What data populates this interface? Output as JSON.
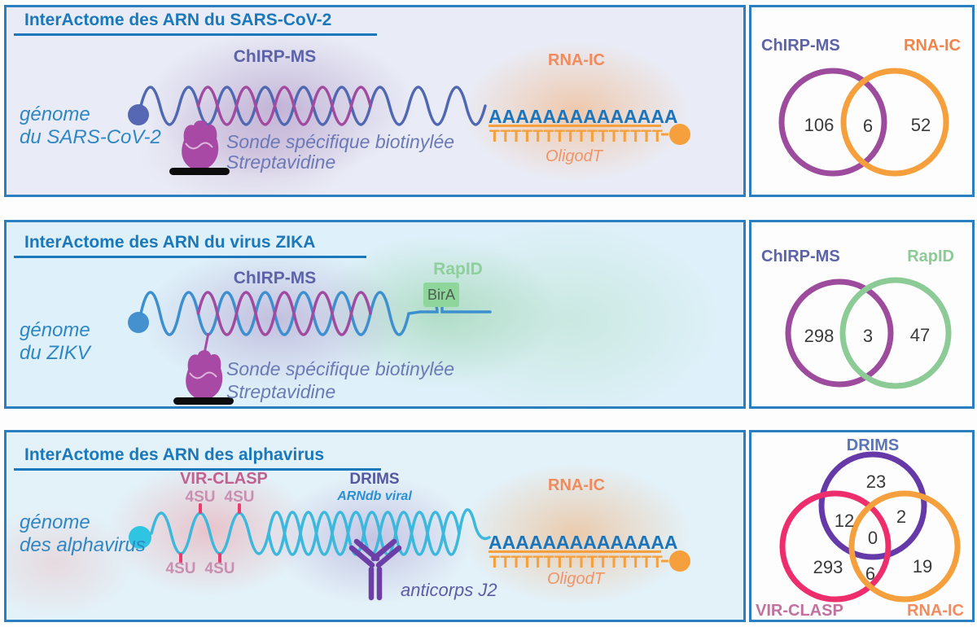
{
  "colors": {
    "title_blue": "#1a78bb",
    "chirp_purple_label": "#5c63a8",
    "venn_purple": "#9c4b9d",
    "venn_orange": "#f5a03c",
    "venn_green": "#8ccb96",
    "venn_drims_purple": "#6639a8",
    "venn_virclasp_pink": "#ee2d6c"
  },
  "panels": [
    {
      "title": "InterActome des ARN du SARS-CoV-2",
      "genome_line1": "génome",
      "genome_line2": "du SARS-CoV-2",
      "method_left": "ChIRP-MS",
      "method_right": "RNA-IC",
      "probe_line1": "Sonde spécifique biotinylée",
      "probe_line2": "Streptavidine",
      "polya": "AAAAAAAAAAAAAA",
      "oligodt_teeth": "TTTTTTTTTTTTTTTT",
      "oligodt_label": "OligodT",
      "venn": {
        "left_label": "ChIRP-MS",
        "right_label": "RNA-IC",
        "left_value": "106",
        "overlap_value": "6",
        "right_value": "52"
      }
    },
    {
      "title": "InterActome des ARN du virus ZIKA",
      "genome_line1": "génome",
      "genome_line2": "du ZIKV",
      "method_left": "ChIRP-MS",
      "method_right": "RapID",
      "bira_label": "BirA",
      "probe_line1": "Sonde spécifique biotinylée",
      "probe_line2": "Streptavidine",
      "venn": {
        "left_label": "ChIRP-MS",
        "right_label": "RapID",
        "left_value": "298",
        "overlap_value": "3",
        "right_value": "47"
      }
    },
    {
      "title": "InterActome des ARN des alphavirus",
      "genome_line1": "génome",
      "genome_line2": "des alphavirus",
      "method_left": "VIR-CLASP",
      "method_mid": "DRIMS",
      "method_mid_sub": "ARNdb viral",
      "method_right": "RNA-IC",
      "su_label": "4SU",
      "antibody_label": "anticorps J2",
      "polya": "AAAAAAAAAAAAAA",
      "oligodt_teeth": "TTTTTTTTTTTTTTTT",
      "oligodt_label": "OligodT",
      "venn": {
        "top_label": "DRIMS",
        "left_label": "VIR-CLASP",
        "right_label": "RNA-IC",
        "top_value": "23",
        "top_left_value": "12",
        "top_right_value": "2",
        "center_value": "0",
        "left_value": "293",
        "bottom_value": "6",
        "right_value": "19"
      }
    }
  ]
}
